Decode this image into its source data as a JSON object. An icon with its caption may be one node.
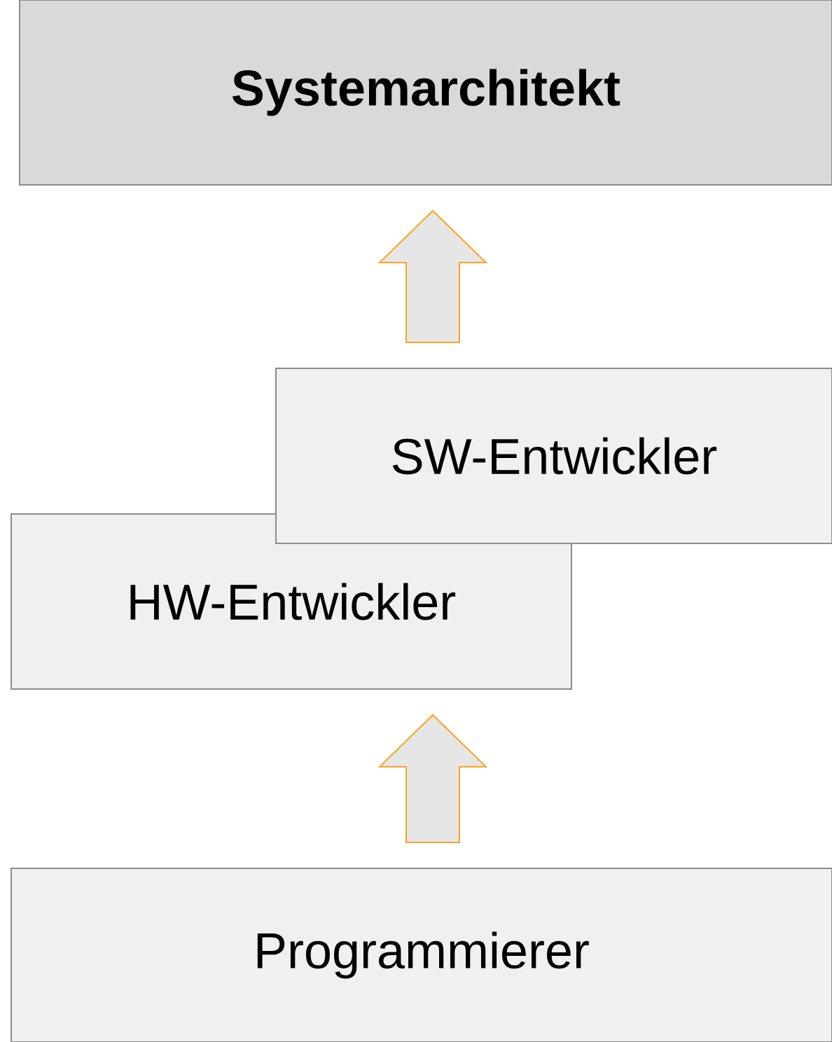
{
  "diagram": {
    "nodes": [
      {
        "text": [
          "Systemarchitekt"
        ]
      },
      {
        "text": [
          "SW-Entwickler"
        ]
      },
      {
        "text": [
          "HW-Entwickler"
        ]
      },
      {
        "text": [
          "Programmierer"
        ]
      }
    ],
    "edges": [
      {
        "from": 3,
        "to": 2,
        "arrow": "to"
      },
      {
        "from": 1,
        "to": 0,
        "arrow": "to"
      }
    ]
  }
}
